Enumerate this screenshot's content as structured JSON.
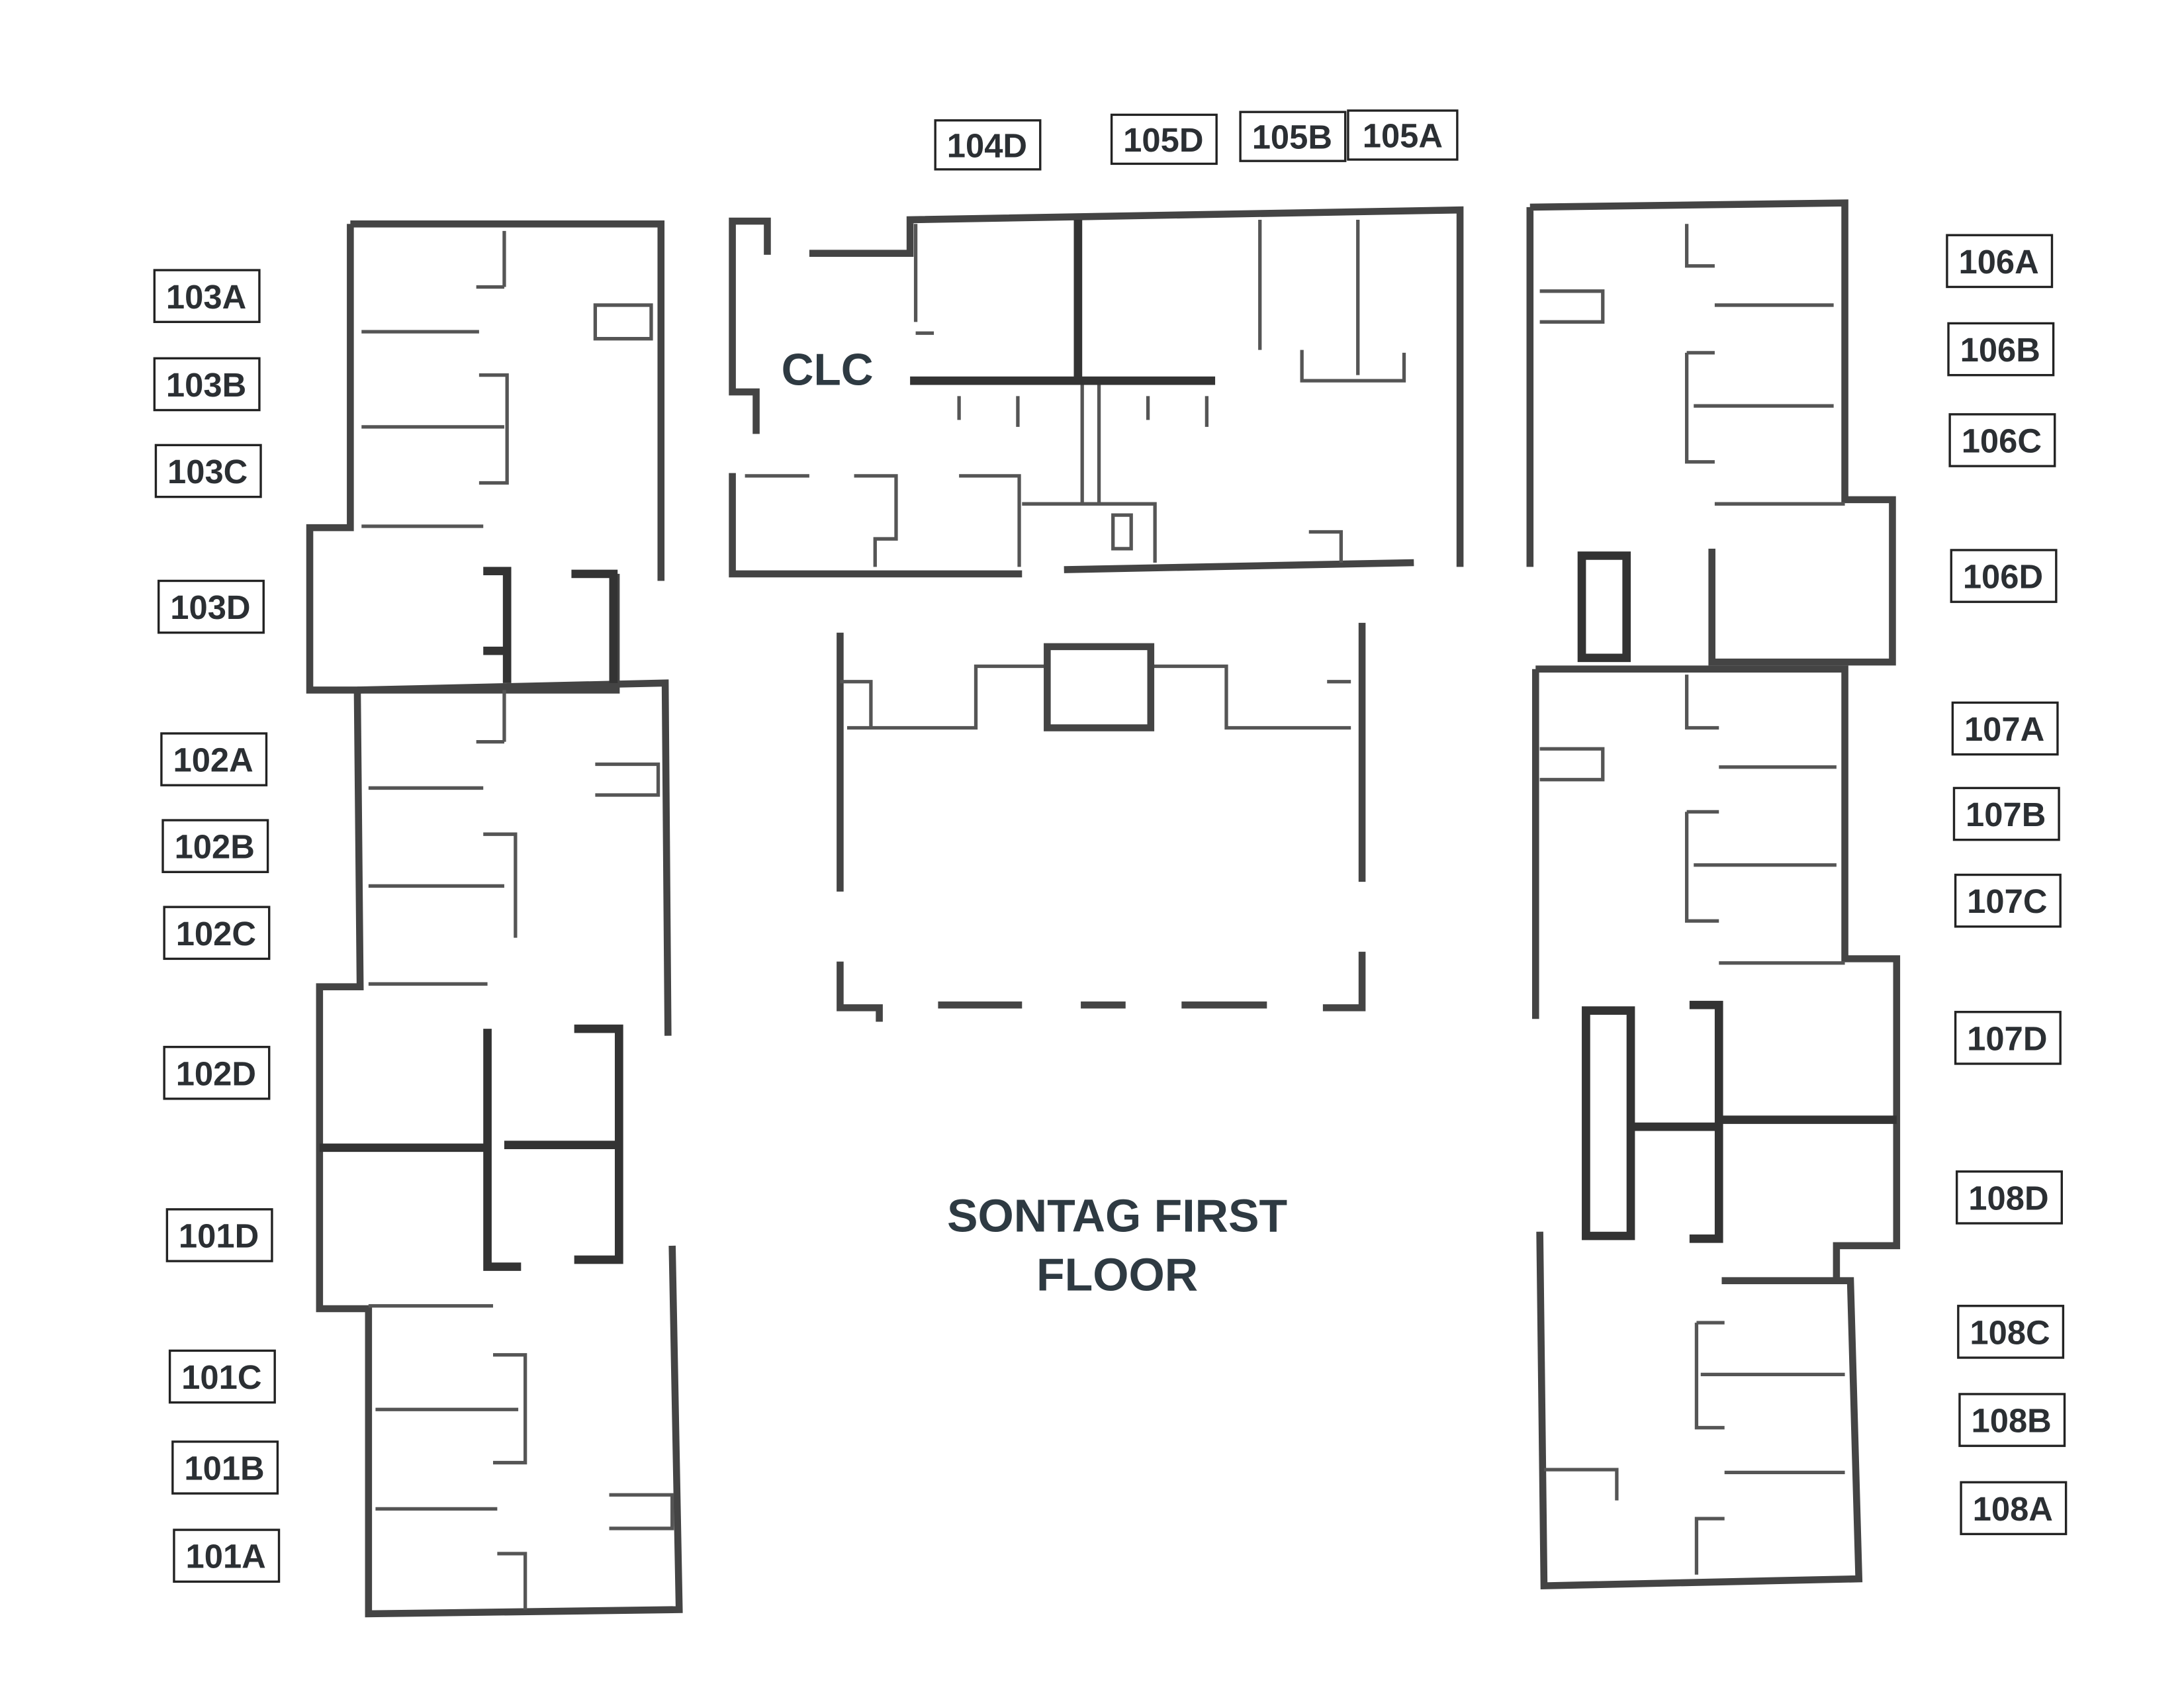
{
  "title": {
    "line1": "SONTAG FIRST",
    "line2": "FLOOR"
  },
  "clc_label": "CLC",
  "rooms": {
    "top": [
      "104D",
      "105D",
      "105B",
      "105A"
    ],
    "left": [
      "103A",
      "103B",
      "103C",
      "103D",
      "102A",
      "102B",
      "102C",
      "102D",
      "101D",
      "101C",
      "101B",
      "101A"
    ],
    "right": [
      "106A",
      "106B",
      "106C",
      "106D",
      "107A",
      "107B",
      "107C",
      "107D",
      "108D",
      "108C",
      "108B",
      "108A"
    ]
  }
}
